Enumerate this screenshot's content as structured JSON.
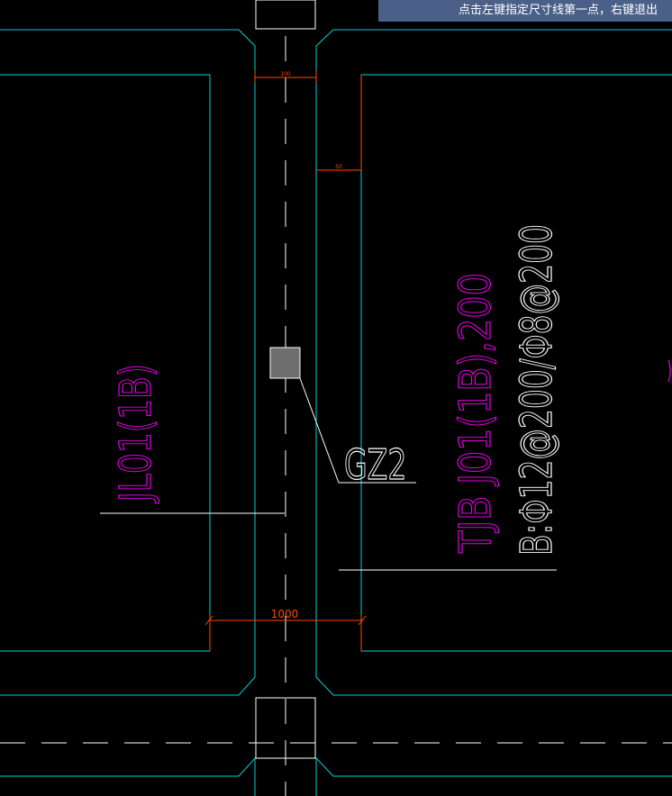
{
  "prompt": {
    "text": "点击左键指定尺寸线第一点，右键退出"
  },
  "labels": {
    "beam_left": "JL01(1B)",
    "column": "GZ2",
    "beam_right": "TJB J01(1B),200",
    "rebar": "B:Φ12@200/Φ8@200",
    "dim_bottom": "1000",
    "dim_top": "100",
    "dim_mid": "50"
  },
  "colors": {
    "wall": "#00d2d2",
    "dim": "#ff4a00",
    "beam_label": "#e000e0",
    "text": "#ffffff",
    "column_fill": "#6e6e6e",
    "prompt_bg": "#4a6088"
  }
}
